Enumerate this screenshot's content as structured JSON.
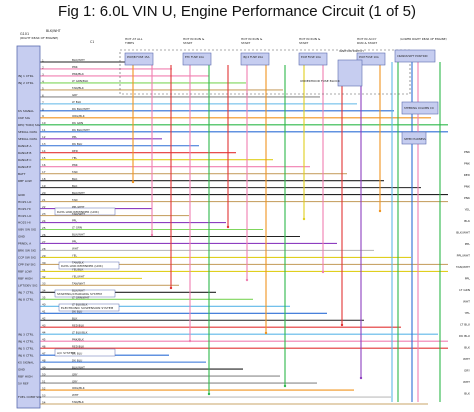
{
  "title": "Fig 1: 6.0L VIN U, Engine Performance Circuit (1 of 5)",
  "pcm": {
    "top_labels": [
      "G101",
      "(RIGHT REAR OF ENGINE)",
      "BLK/WHT",
      "C1"
    ],
    "pins_top": [
      {
        "pin": "1",
        "label": "",
        "wire": "BLK/WHT"
      },
      {
        "pin": "2",
        "label": "",
        "wire": "PNK"
      },
      {
        "pin": "3",
        "label": "INJ 1 CTRL",
        "wire": "PNK/BLK"
      },
      {
        "pin": "4",
        "label": "INJ 2 CTRL",
        "wire": "LT GRN/BLK"
      },
      {
        "pin": "5",
        "label": "",
        "wire": "TAN/BLK"
      },
      {
        "pin": "6",
        "label": "",
        "wire": "GRY"
      },
      {
        "pin": "7",
        "label": "",
        "wire": "LT BLU"
      },
      {
        "pin": "8",
        "label": "KS SIGNAL",
        "wire": "DK BLU/WHT"
      },
      {
        "pin": "9",
        "label": "CKP SIG",
        "wire": "ORG/BLK"
      },
      {
        "pin": "10",
        "label": "REQ TORQ SIG",
        "wire": "DK GRN"
      },
      {
        "pin": "11",
        "label": "SERIAL DATA",
        "wire": "DK BLU/WHT"
      },
      {
        "pin": "12",
        "label": "SERIAL DATA",
        "wire": "PPL"
      }
    ],
    "pins_mid": [
      {
        "pin": "13",
        "label": "RANGE A",
        "wire": "DK BLU"
      },
      {
        "pin": "14",
        "label": "RANGE B",
        "wire": "RED"
      },
      {
        "pin": "15",
        "label": "RANGE C",
        "wire": "YEL"
      },
      {
        "pin": "16",
        "label": "RANGE P",
        "wire": "PNK"
      },
      {
        "pin": "17",
        "label": "BATT",
        "wire": "TAN"
      },
      {
        "pin": "18",
        "label": "RBF LOW",
        "wire": "BLK"
      },
      {
        "pin": "19",
        "label": "",
        "wire": "BLK"
      },
      {
        "pin": "20",
        "label": "GND",
        "wire": "BLK/WHT"
      },
      {
        "pin": "21",
        "label": "HO2S LO",
        "wire": "TAN"
      },
      {
        "pin": "22",
        "label": "HO2S HI",
        "wire": "PPL/WHT"
      },
      {
        "pin": "23",
        "label": "HO2S LO",
        "wire": "TAN/WHT"
      },
      {
        "pin": "24",
        "label": "HO2S HI",
        "wire": "PPL"
      },
      {
        "pin": "25",
        "label": "UBV SW SIG",
        "wire": "LT GRN"
      },
      {
        "pin": "26",
        "label": "GND",
        "wire": "BLK/WHT"
      },
      {
        "pin": "27",
        "label": "PRNDL A",
        "wire": "PPL"
      },
      {
        "pin": "28",
        "label": "BRK SW SIG",
        "wire": "WHT"
      },
      {
        "pin": "29",
        "label": "CCP SW SIG",
        "wire": "YEL"
      },
      {
        "pin": "30",
        "label": "CPP SW SIG",
        "wire": "TAN/BLK"
      },
      {
        "pin": "31",
        "label": "RBF LOW",
        "wire": "YEL/BLK"
      },
      {
        "pin": "32",
        "label": "RBF HIGH",
        "wire": "YEL/WHT"
      },
      {
        "pin": "33",
        "label": "LIFT/DEV SIG",
        "wire": "TAN/WHT"
      },
      {
        "pin": "34",
        "label": "INJ 7 CTRL",
        "wire": "BLK/WHT"
      },
      {
        "pin": "35",
        "label": "INJ 8 CTRL",
        "wire": "LT GRN/WHT"
      }
    ],
    "pins_bottom": [
      {
        "pin": "40",
        "label": "",
        "wire": "LT BLU/BLK"
      },
      {
        "pin": "41",
        "label": "",
        "wire": "DK BLU"
      },
      {
        "pin": "42",
        "label": "",
        "wire": "BLK"
      },
      {
        "pin": "43",
        "label": "",
        "wire": "RED/BLK"
      },
      {
        "pin": "44",
        "label": "INJ 3 CTRL",
        "wire": "LT BLU/BLK"
      },
      {
        "pin": "45",
        "label": "INJ 4 CTRL",
        "wire": "PNK/BLK"
      },
      {
        "pin": "46",
        "label": "INJ 5 CTRL",
        "wire": "RED/BLK"
      },
      {
        "pin": "47",
        "label": "INJ 6 CTRL",
        "wire": "DK BLU"
      },
      {
        "pin": "48",
        "label": "KS SIGNAL",
        "wire": "DK BLU"
      },
      {
        "pin": "49",
        "label": "GND",
        "wire": "BLK/WHT"
      },
      {
        "pin": "50",
        "label": "RBF HIGH",
        "wire": "GRY"
      },
      {
        "pin": "51",
        "label": "5V REF",
        "wire": "GRY"
      },
      {
        "pin": "52",
        "label": "",
        "wire": "ORG/BLK"
      },
      {
        "pin": "53",
        "label": "FUEL COMP SIG",
        "wire": "WHT"
      },
      {
        "pin": "54",
        "label": "",
        "wire": "TAN/BLK"
      }
    ]
  },
  "fuse_blocks": [
    {
      "header": "HOT AT ALL TIMES",
      "fuse": "PCM/B FUSE 15A"
    },
    {
      "header": "HOT IN RUN & START",
      "fuse": "ETC FUSE 10A"
    },
    {
      "header": "HOT IN RUN & START",
      "fuse": "INJ 2 FUSE 20A"
    },
    {
      "header": "HOT IN RUN & START",
      "fuse": "ECM FUSE 10A"
    },
    {
      "header": "HOT IN ACCY RUN & START",
      "fuse": "PCM FUSE 10A"
    }
  ],
  "fuse_block_name": "UNDERHOOD FUSE BLOCK",
  "right_components": [
    {
      "label": "IGNITION SWITCH"
    },
    {
      "label": "CRANKSHAFT POSITION (CKP) SENSOR"
    },
    {
      "label": "STEERING COLUMN CONNECTOR"
    },
    {
      "label": "SPEED HARNESS"
    }
  ],
  "right_component_header": "(LOWER RIGHT REAR OF ENGINE)",
  "inline_modules": [
    {
      "label": "DATA LINK REMINDER (LDR)"
    },
    {
      "label": "DATA LINK REMINDER (LDR)"
    },
    {
      "label": "STARTING/CHARGING SYSTEM"
    },
    {
      "label": "ELECTRONIC SUSPENSION SYSTEM"
    },
    {
      "label": "A/C SYSTEM"
    }
  ],
  "right_edge_labels": [
    "PNK",
    "PNK",
    "RED",
    "PNK",
    "PNK",
    "YEL",
    "BLK",
    "BLK/WHT",
    "PPL",
    "PPL/WHT",
    "TAN/WHT",
    "PPL",
    "LT GRN",
    "WHT",
    "YEL",
    "LT BLU",
    "DK BLU",
    "BLK",
    "WHT",
    "GRY",
    "WHT",
    "BLK"
  ],
  "colors": {
    "pnk": "#f07fb0",
    "red": "#e23434",
    "org": "#f0941f",
    "yel": "#e0cf1f",
    "grn": "#2eb84a",
    "ltgrn": "#7fd65c",
    "blu": "#2e6fd6",
    "ltblu": "#5fb7e8",
    "ppl": "#8d3fc0",
    "tan": "#c9a56a",
    "gry": "#8a8a8a",
    "blk": "#222222",
    "brn": "#8b5a2b",
    "wht": "#bdbdbd",
    "pcm_fill": "#c6cdf0",
    "box_fill": "#c6cdf0"
  }
}
